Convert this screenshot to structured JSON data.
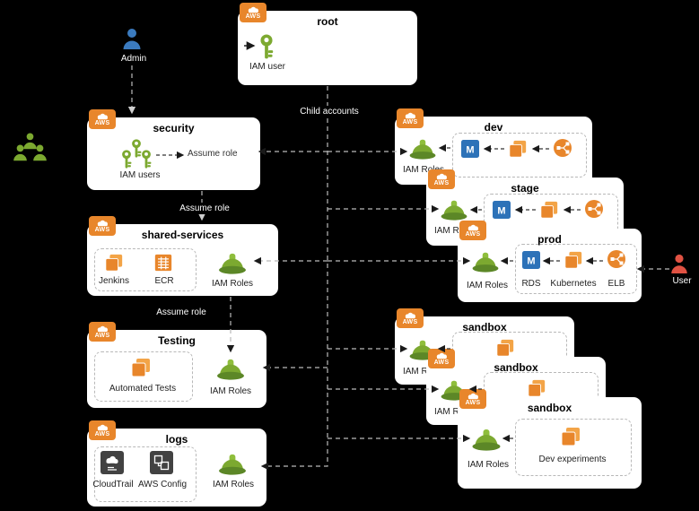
{
  "badge_label": "AWS",
  "actors": {
    "admin_label": "Admin",
    "user_label": "User"
  },
  "labels": {
    "child_accounts": "Child accounts",
    "assume_role_1": "Assume role",
    "assume_role_2": "Assume role"
  },
  "accounts": {
    "root": {
      "title": "root",
      "iam_user": "IAM user"
    },
    "security": {
      "title": "security",
      "assume_role": "Assume role",
      "iam_users": "IAM users"
    },
    "shared": {
      "title": "shared-services",
      "jenkins": "Jenkins",
      "ecr": "ECR",
      "iam_roles": "IAM Roles"
    },
    "testing": {
      "title": "Testing",
      "automated_tests": "Automated Tests",
      "iam_roles": "IAM Roles"
    },
    "logs": {
      "title": "logs",
      "cloudtrail": "CloudTrail",
      "aws_config": "AWS Config",
      "iam_roles": "IAM Roles"
    },
    "dev": {
      "title": "dev",
      "iam_roles": "IAM Roles"
    },
    "stage": {
      "title": "stage",
      "iam_roles": "IAM Roles"
    },
    "prod": {
      "title": "prod",
      "iam_roles": "IAM Roles",
      "rds": "RDS",
      "kubernetes": "Kubernetes",
      "elb": "ELB"
    },
    "sandbox1": {
      "title": "sandbox",
      "iam_roles": "IAM Roles"
    },
    "sandbox2": {
      "title": "sandbox",
      "iam_roles": "IAM Roles"
    },
    "sandbox3": {
      "title": "sandbox",
      "iam_roles": "IAM Roles",
      "dev_experiments": "Dev experiments"
    }
  },
  "icons": {
    "rds_letter": "M",
    "names": [
      "aws-cloud",
      "iam-user-key",
      "iam-roles-helmet",
      "deployment-squares",
      "ecr-registry",
      "rds-database",
      "elb-load-balancer",
      "cloudtrail",
      "aws-config",
      "person",
      "user-group"
    ]
  },
  "colors": {
    "background": "#000000",
    "card": "#FFFFFF",
    "aws_orange": "#E8862B",
    "iam_green": "#7CA930",
    "dark_icon": "#424242",
    "rds_blue": "#2D72B8",
    "admin_blue": "#3B7BBF",
    "user_red": "#E05243"
  }
}
